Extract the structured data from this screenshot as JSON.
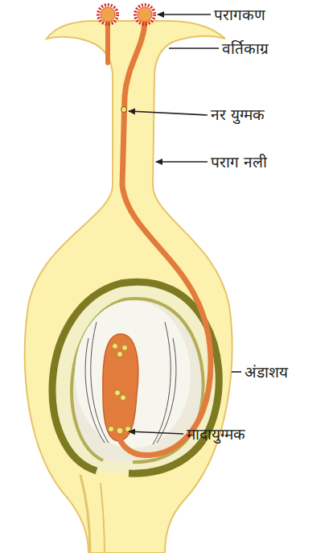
{
  "diagram": {
    "labels": [
      "परागकण",
      "वर्तिकाग्र",
      "नर युग्मक",
      "पराग नली",
      "अंडाशय",
      "मादायुग्मक"
    ]
  }
}
